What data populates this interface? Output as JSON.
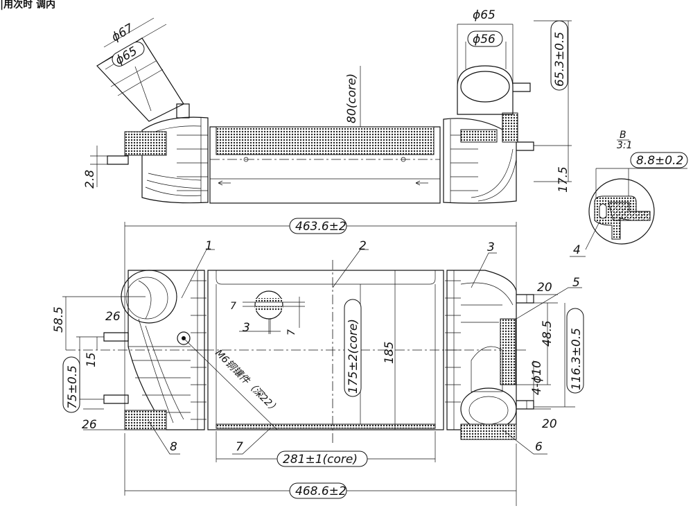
{
  "header_text": "|用次时 调内",
  "dimensions": {
    "d67": "ϕ67",
    "d65_left": "ϕ65",
    "d65_right": "ϕ65",
    "d56": "ϕ56",
    "h65_3": "65.3±0.5",
    "core80": "80(core)",
    "d2_8": "2.8",
    "d17_5": "17.5",
    "d8_8": "8.8±0.2",
    "w463_6": "463.6±2",
    "d58_5": "58.5",
    "d26_top": "26",
    "d15": "15",
    "d75": "75±0.5",
    "d26_bot": "26",
    "d7_a": "7",
    "d3": "3",
    "d7_b": "7",
    "core175": "175±2(core)",
    "d185": "185",
    "d20_top": "20",
    "d48_5": "48.5",
    "d116_3": "116.3±0.5",
    "holes": "4-ϕ10",
    "d20_bot": "20",
    "core281": "281±1(core)",
    "w468_6": "468.6±2"
  },
  "detail": {
    "name": "B",
    "scale": "3:1"
  },
  "note_insert": "M6铜镶件（深22）",
  "balloons": [
    "1",
    "2",
    "3",
    "4",
    "5",
    "6",
    "7",
    "8"
  ]
}
